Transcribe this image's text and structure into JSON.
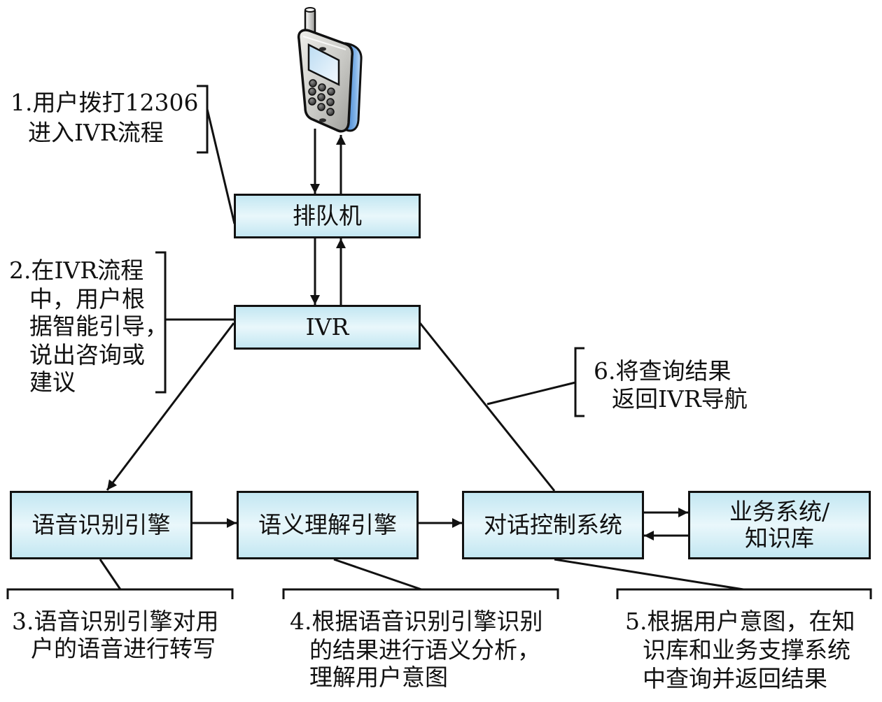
{
  "colors": {
    "box_edge": "#c3e7f2",
    "box_mid": "#e9f7fb",
    "line": "#111111",
    "phone_side_blue": "#4f8fd6",
    "phone_body_gray": "#c9c9c5"
  },
  "phone": {
    "icon": "mobile-phone-icon"
  },
  "nodes": {
    "queue_machine": "排队机",
    "ivr": "IVR",
    "asr_engine": "语音识别引擎",
    "nlu_engine": "语义理解引擎",
    "dialog_control": "对话控制系统",
    "business_kb": {
      "lines": [
        "业务系统/",
        "知识库"
      ]
    }
  },
  "edges": [
    {
      "from": "phone",
      "to": "queue_machine",
      "arrow": true
    },
    {
      "from": "queue_machine",
      "to": "phone",
      "arrow": true
    },
    {
      "from": "queue_machine",
      "to": "ivr",
      "arrow": true
    },
    {
      "from": "ivr",
      "to": "queue_machine",
      "arrow": true
    },
    {
      "from": "ivr",
      "to": "asr_engine",
      "arrow": true
    },
    {
      "from": "asr_engine",
      "to": "nlu_engine",
      "arrow": true
    },
    {
      "from": "nlu_engine",
      "to": "dialog_control",
      "arrow": true
    },
    {
      "from": "dialog_control",
      "to": "business_kb",
      "arrow": true
    },
    {
      "from": "business_kb",
      "to": "dialog_control",
      "arrow": true
    },
    {
      "from": "dialog_control",
      "to": "ivr",
      "arrow": false
    }
  ],
  "annotations": {
    "step1": {
      "target": "queue_machine",
      "lines": [
        "1.用户拨打12306",
        "进入IVR流程"
      ]
    },
    "step2": {
      "target": "ivr",
      "lines": [
        "2.在IVR流程",
        "中，用户根",
        "据智能引导，",
        "说出咨询或",
        "建议"
      ]
    },
    "step3": {
      "target": "asr_engine",
      "lines": [
        "3.语音识别引擎对用",
        "户的语音进行转写"
      ]
    },
    "step4": {
      "target": "nlu_engine",
      "lines": [
        "4.根据语音识别引擎识别",
        "的结果进行语义分析，",
        "理解用户意图"
      ]
    },
    "step5": {
      "target": "dialog_control",
      "lines": [
        "5.根据用户意图，在知",
        "识库和业务支撑系统",
        "中查询并返回结果"
      ]
    },
    "step6": {
      "target": "ivr-return-line",
      "lines": [
        "6.将查询结果",
        "返回IVR导航"
      ]
    }
  }
}
